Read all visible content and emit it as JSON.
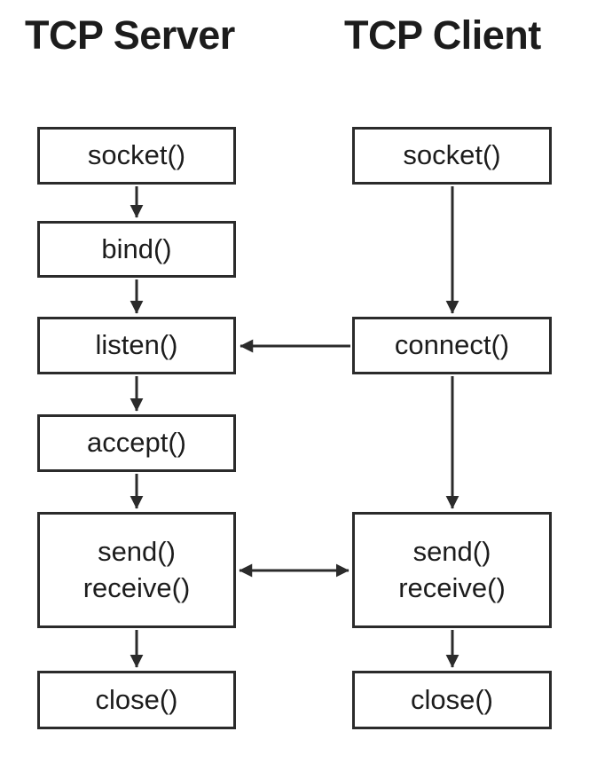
{
  "titles": {
    "server": "TCP Server",
    "client": "TCP Client"
  },
  "server": {
    "nodes": [
      {
        "id": "server.socket",
        "label": "socket()"
      },
      {
        "id": "server.bind",
        "label": "bind()"
      },
      {
        "id": "server.listen",
        "label": "listen()"
      },
      {
        "id": "server.accept",
        "label": "accept()"
      },
      {
        "id": "server.send_receive",
        "label": "send()",
        "label2": "receive()"
      },
      {
        "id": "server.close",
        "label": "close()"
      }
    ]
  },
  "client": {
    "nodes": [
      {
        "id": "client.socket",
        "label": "socket()"
      },
      {
        "id": "client.connect",
        "label": "connect()"
      },
      {
        "id": "client.send_receive",
        "label": "send()",
        "label2": "receive()"
      },
      {
        "id": "client.close",
        "label": "close()"
      }
    ]
  },
  "edges": [
    {
      "from": "server.socket",
      "to": "server.bind",
      "type": "arrow"
    },
    {
      "from": "server.bind",
      "to": "server.listen",
      "type": "arrow"
    },
    {
      "from": "server.listen",
      "to": "server.accept",
      "type": "arrow"
    },
    {
      "from": "server.accept",
      "to": "server.send_receive",
      "type": "arrow"
    },
    {
      "from": "server.send_receive",
      "to": "server.close",
      "type": "arrow"
    },
    {
      "from": "client.socket",
      "to": "client.connect",
      "type": "arrow"
    },
    {
      "from": "client.connect",
      "to": "client.send_receive",
      "type": "arrow"
    },
    {
      "from": "client.send_receive",
      "to": "client.close",
      "type": "arrow"
    },
    {
      "from": "client.connect",
      "to": "server.listen",
      "type": "arrow"
    },
    {
      "from": "server.send_receive",
      "to": "client.send_receive",
      "type": "double-arrow"
    }
  ],
  "colors": {
    "stroke": "#2b2b2b",
    "background": "#ffffff",
    "text": "#1c1c1c"
  }
}
